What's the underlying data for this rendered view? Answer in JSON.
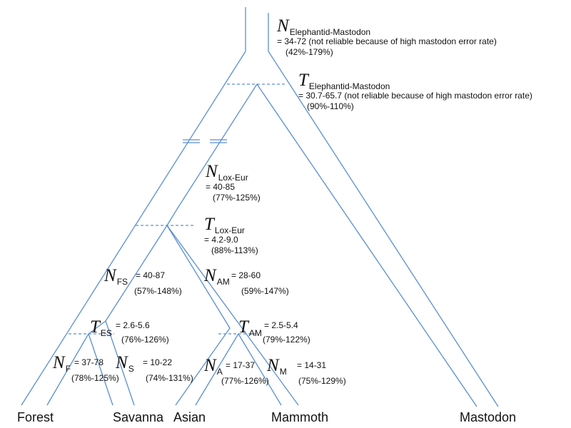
{
  "tips": {
    "forest": "Forest",
    "savanna": "Savanna",
    "asian": "Asian",
    "mammoth": "Mammoth",
    "mastodon": "Mastodon"
  },
  "params": {
    "n_elephantid_mastodon": {
      "symbol": "N",
      "subscript": "Elephantid-Mastodon",
      "value": "= 34-72 (not reliable because of high mastodon error rate)",
      "ratio": "(42%-179%)"
    },
    "t_elephantid_mastodon": {
      "symbol": "T",
      "subscript": "Elephantid-Mastodon",
      "value": "= 30.7-65.7 (not reliable because of high mastodon error rate)",
      "ratio": "(90%-110%)"
    },
    "n_lox_eur": {
      "symbol": "N",
      "subscript": "Lox-Eur",
      "value": "= 40-85",
      "ratio": "(77%-125%)"
    },
    "t_lox_eur": {
      "symbol": "T",
      "subscript": "Lox-Eur",
      "value": "= 4.2-9.0",
      "ratio": "(88%-113%)"
    },
    "n_fs": {
      "symbol": "N",
      "subscript": "FS",
      "value": "= 40-87",
      "ratio": "(57%-148%)"
    },
    "n_am": {
      "symbol": "N",
      "subscript": "AM",
      "value": "= 28-60",
      "ratio": "(59%-147%)"
    },
    "t_fs": {
      "symbol": "T",
      "subscript": "ES",
      "value": "= 2.6-5.6",
      "ratio": "(76%-126%)"
    },
    "t_am": {
      "symbol": "T",
      "subscript": "AM",
      "value": "= 2.5-5.4",
      "ratio": "(79%-122%)"
    },
    "n_f": {
      "symbol": "N",
      "subscript": "F",
      "value": "= 37-78",
      "ratio": "(78%-125%)"
    },
    "n_s": {
      "symbol": "N",
      "subscript": "S",
      "value": "= 10-22",
      "ratio": "(74%-131%)"
    },
    "n_a": {
      "symbol": "N",
      "subscript": "A",
      "value": "= 17-37",
      "ratio": "(77%-126%)"
    },
    "n_m": {
      "symbol": "N",
      "subscript": "M",
      "value": "= 14-31",
      "ratio": "(75%-129%)"
    }
  },
  "colors": {
    "branch": "#5b8fcf",
    "text": "#111111"
  }
}
